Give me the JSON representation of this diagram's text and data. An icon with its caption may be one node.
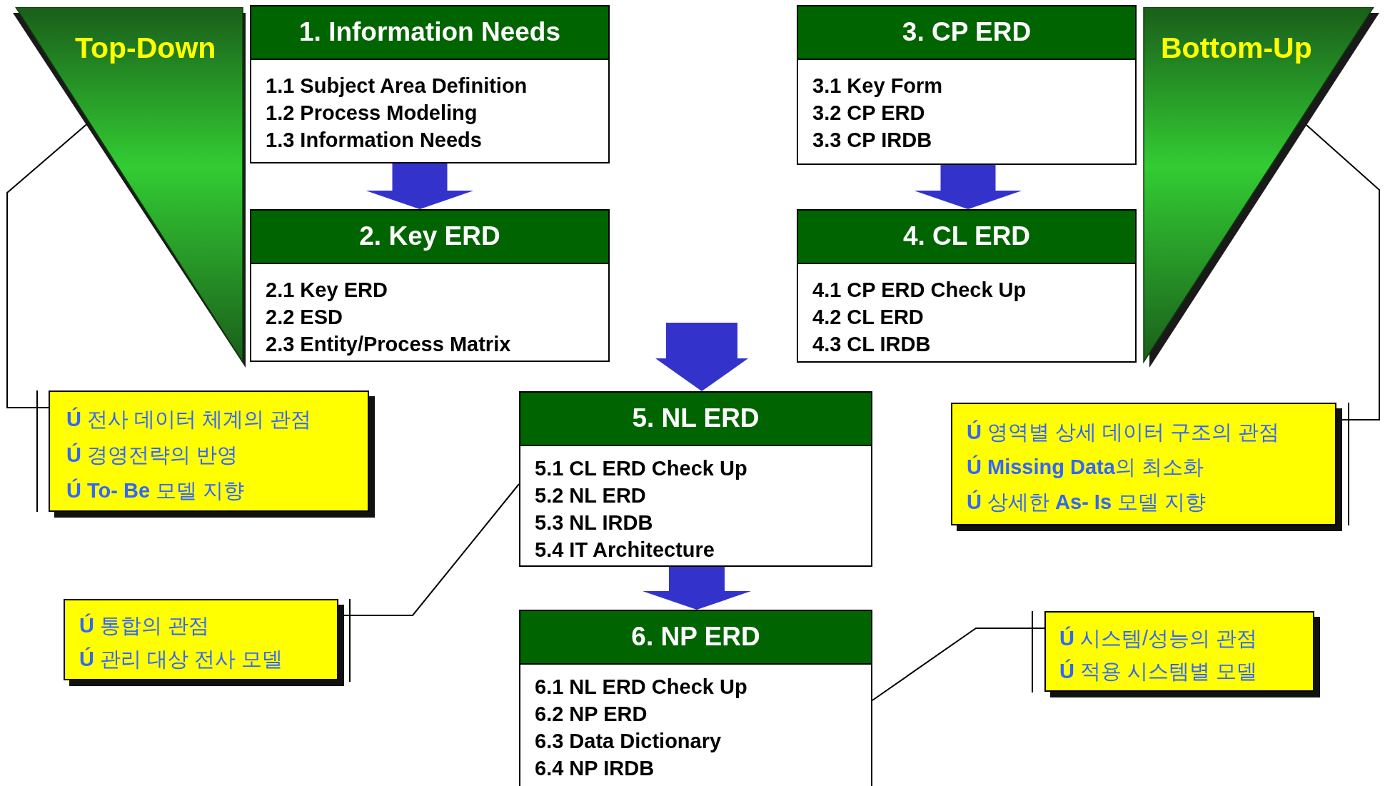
{
  "diagram": {
    "nodes": [
      {
        "text": [
          "Top-Down"
        ]
      },
      {
        "text": [
          "1. Information Needs",
          "1.1 Subject Area Definition",
          "1.2 Process Modeling",
          "1.3 Information Needs"
        ]
      },
      {
        "text": [
          "3. CP ERD",
          "3.1 Key Form",
          "3.2 CP ERD",
          "3.3 CP IRDB"
        ]
      },
      {
        "text": [
          "Bottom-Up"
        ]
      },
      {
        "text": [
          "2. Key ERD",
          "2.1 Key ERD",
          "2.2 ESD",
          "2.3 Entity/Process Matrix"
        ]
      },
      {
        "text": [
          "4. CL ERD",
          "4.1 CP ERD Check Up",
          "4.2 CL ERD",
          "4.3 CL IRDB"
        ]
      },
      {
        "text": [
          "**Ú** 전사 데이터 체계의 관점",
          "**Ú** 경영전략의 반영",
          "**Ú** **To- Be** 모델 지향"
        ]
      },
      {
        "text": [
          "5. NL ERD",
          "5.1 CL ERD Check Up",
          "5.2 NL ERD",
          "5.3 NL IRDB",
          "5.4 IT Architecture"
        ]
      },
      {
        "text": [
          "**Ú** 영역별 상세 데이터 구조의 관점",
          "**Ú** **Missing Data**의 최소화",
          "**Ú** 상세한 **As- Is** 모델 지향"
        ]
      },
      {
        "text": [
          "**Ú** 통합의 관점",
          "**Ú** 관리 대상 전사 모델"
        ]
      },
      {
        "text": [
          "6. NP ERD",
          "6.1 NL ERD Check Up",
          "6.2 NP ERD",
          "6.3 Data Dictionary",
          "6.4 NP IRDB"
        ]
      },
      {
        "text": [
          "**Ú** 시스템/성능의 관점",
          "**Ú** 적용 시스템별 모델"
        ]
      }
    ],
    "edges": [
      {
        "from": 1,
        "to": 4,
        "arrow": "to",
        "style": "thick"
      },
      {
        "from": 2,
        "to": 5,
        "arrow": "to",
        "style": "thick"
      },
      {
        "from": null,
        "to": 7,
        "arrow": "to",
        "style": "thick"
      },
      {
        "from": 7,
        "to": 10,
        "arrow": "to",
        "style": "thick"
      },
      {
        "from": 0,
        "to": 6,
        "arrow": "none",
        "color": "#000000"
      },
      {
        "from": 3,
        "to": 8,
        "arrow": "none",
        "color": "#000000"
      },
      {
        "from": 9,
        "to": 7,
        "arrow": "none",
        "color": "#000000"
      },
      {
        "from": 11,
        "to": 10,
        "arrow": "none",
        "color": "#000000"
      }
    ]
  }
}
